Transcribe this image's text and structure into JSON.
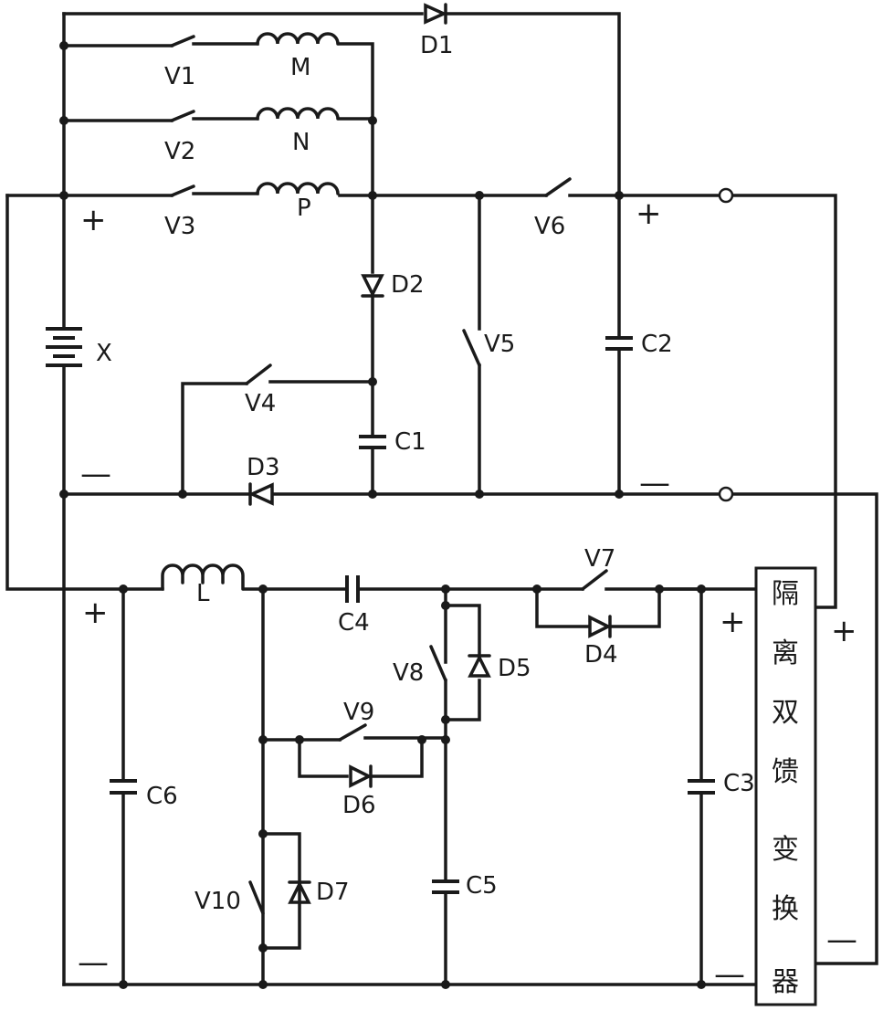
{
  "labels": {
    "V1": "V1",
    "V2": "V2",
    "V3": "V3",
    "V4": "V4",
    "V5": "V5",
    "V6": "V6",
    "V7": "V7",
    "V8": "V8",
    "V9": "V9",
    "V10": "V10",
    "D1": "D1",
    "D2": "D2",
    "D3": "D3",
    "D4": "D4",
    "D5": "D5",
    "D6": "D6",
    "D7": "D7",
    "C1": "C1",
    "C2": "C2",
    "C3": "C3",
    "C4": "C4",
    "C5": "C5",
    "C6": "C6",
    "M": "M",
    "N": "N",
    "P": "P",
    "L": "L",
    "X": "X"
  },
  "signs": {
    "plus": "+",
    "minus": "—"
  },
  "converter": {
    "chars": [
      "隔",
      "离",
      "双",
      "馈",
      "变",
      "换",
      "器"
    ]
  },
  "colors": {
    "ink": "#1a1a1a",
    "background": "#ffffff"
  }
}
